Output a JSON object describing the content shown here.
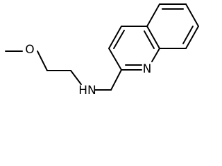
{
  "molecule": {
    "atoms": {
      "oxygen": "O",
      "amine": "HN",
      "ring_nitrogen": "N"
    },
    "colors": {
      "bond": "#000000",
      "label": "#000000",
      "background": "#ffffff"
    }
  }
}
